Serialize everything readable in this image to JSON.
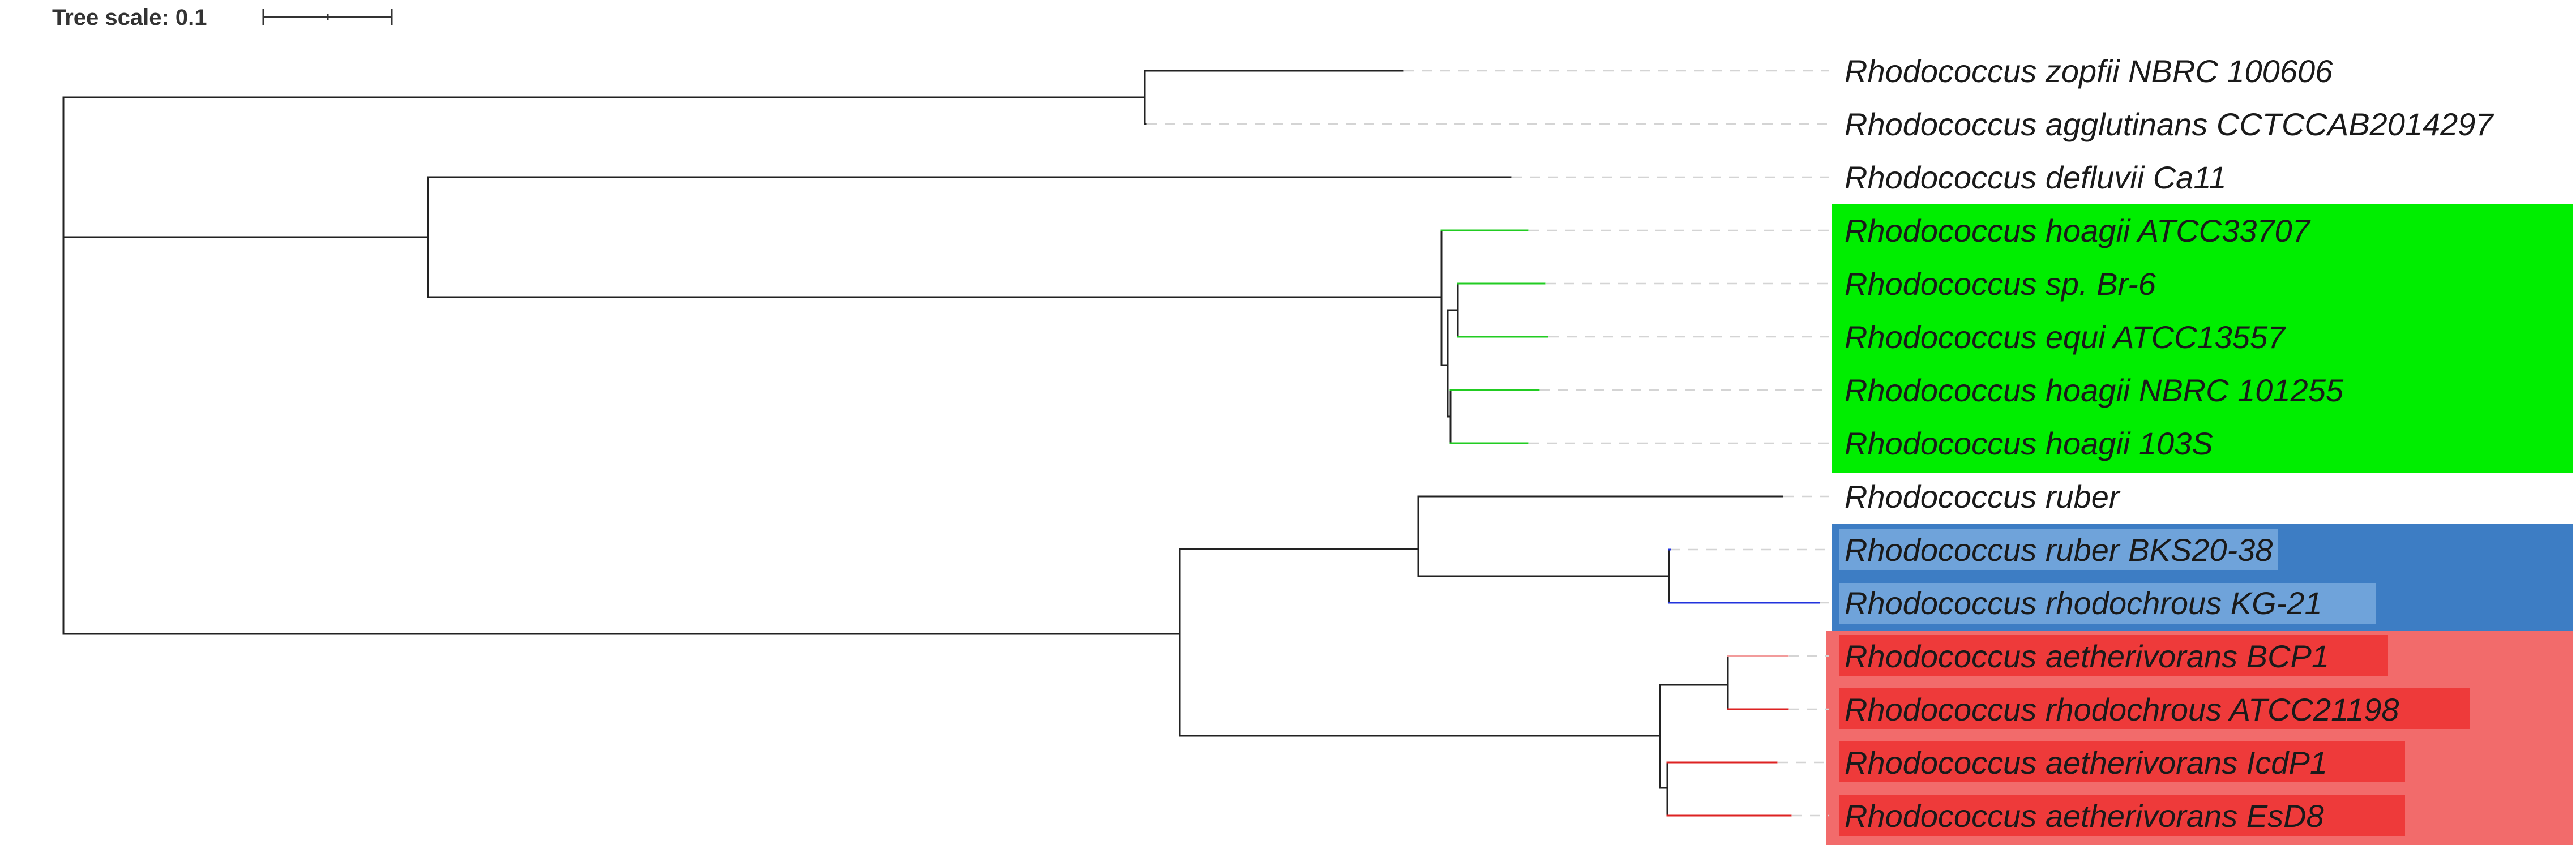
{
  "scale": {
    "label": "Tree scale: 0.1"
  },
  "colors": {
    "default_branch": "#222222",
    "clade_green": "#00ee00",
    "clade_blue": "#3d7dc4",
    "clade_red": "#f26b6b",
    "branch_green": "#22cc22",
    "branch_blue": "#2233dd",
    "branch_red": "#dd2222",
    "label_hl_blue": "#6fa3da",
    "label_hl_red": "#ee3a3a"
  },
  "taxa": [
    {
      "name": "Rhodococcus zopfii NBRC 100606",
      "group": "none"
    },
    {
      "name": "Rhodococcus agglutinans CCTCCAB2014297",
      "group": "none"
    },
    {
      "name": "Rhodococcus defluvii Ca11",
      "group": "none"
    },
    {
      "name": "Rhodococcus hoagii ATCC33707",
      "group": "green"
    },
    {
      "name": "Rhodococcus sp. Br-6",
      "group": "green"
    },
    {
      "name": "Rhodococcus equi ATCC13557",
      "group": "green"
    },
    {
      "name": "Rhodococcus hoagii NBRC 101255",
      "group": "green"
    },
    {
      "name": "Rhodococcus hoagii 103S",
      "group": "green"
    },
    {
      "name": "Rhodococcus ruber",
      "group": "none"
    },
    {
      "name": "Rhodococcus ruber BKS20-38",
      "group": "blue"
    },
    {
      "name": "Rhodococcus rhodochrous KG-21",
      "group": "blue"
    },
    {
      "name": "Rhodococcus aetherivorans BCP1",
      "group": "red"
    },
    {
      "name": "Rhodococcus rhodochrous ATCC21198",
      "group": "red"
    },
    {
      "name": "Rhodococcus aetherivorans IcdP1",
      "group": "red"
    },
    {
      "name": "Rhodococcus aetherivorans EsD8",
      "group": "red"
    }
  ]
}
